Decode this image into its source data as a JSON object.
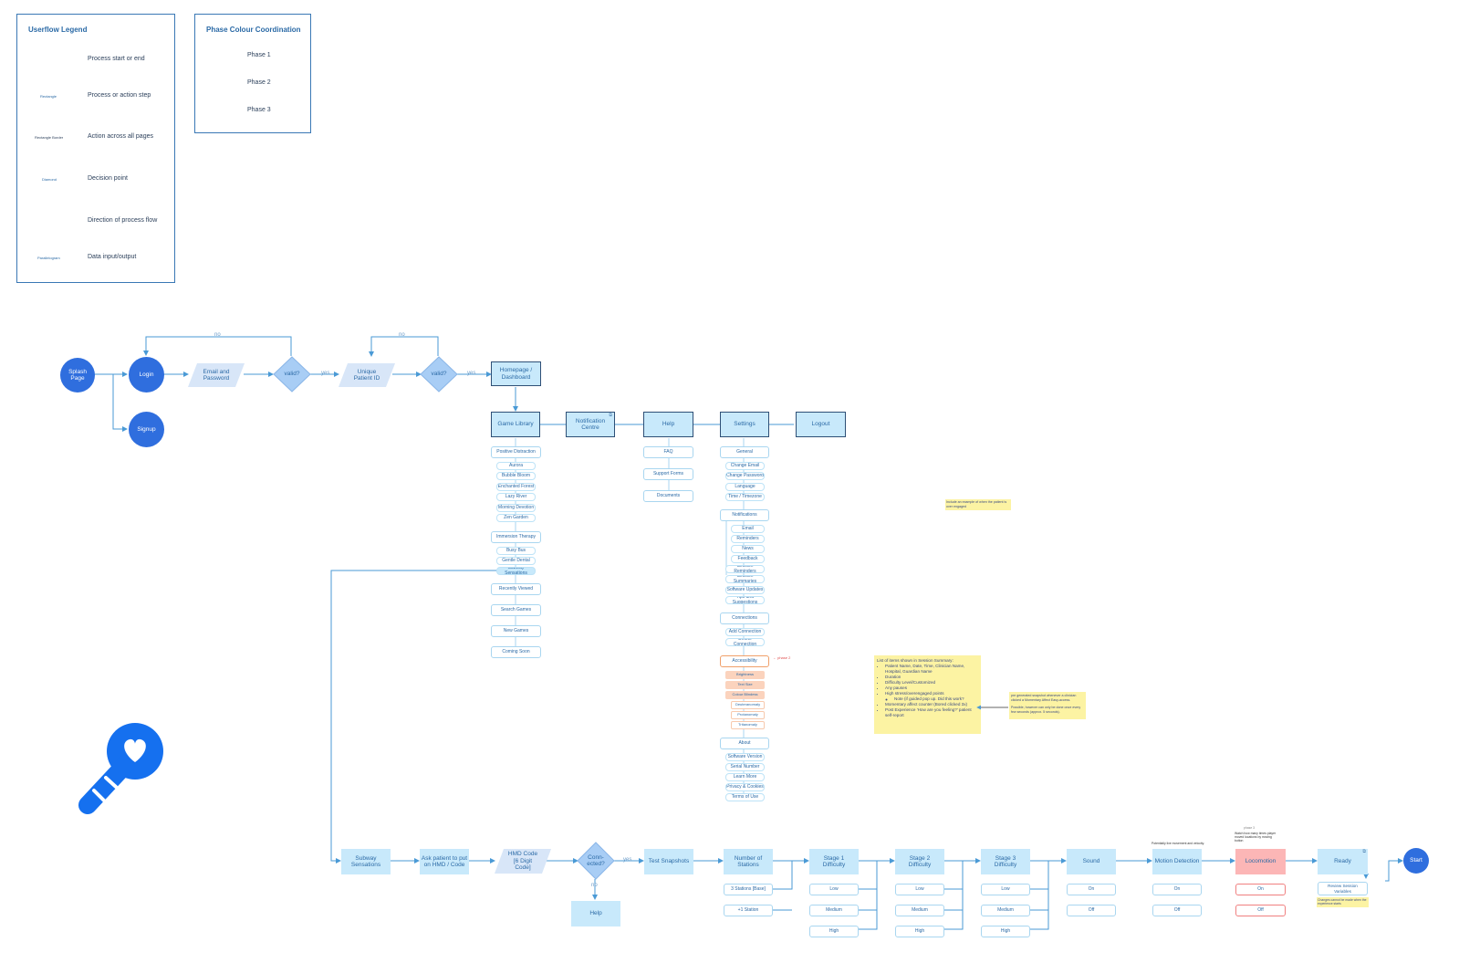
{
  "legend": {
    "title": "Userflow Legend",
    "items": [
      {
        "shape": "Circle",
        "label": "Process start or end"
      },
      {
        "shape": "Rectangle",
        "label": "Process or action step"
      },
      {
        "shape": "Rectangle Border",
        "label": "Action across all pages"
      },
      {
        "shape": "Diamond",
        "label": "Decision point"
      },
      {
        "shape": "",
        "label": "Direction of process flow"
      },
      {
        "shape": "Parallelogram",
        "label": "Data input/output"
      }
    ]
  },
  "phase_legend": {
    "title": "Phase Colour Coordination",
    "phases": [
      {
        "label": "Phase 1",
        "color": "#c6e8fb"
      },
      {
        "label": "Phase 2",
        "color": "#f8b88e"
      },
      {
        "label": "Phase 3",
        "color": "#fbb0b0"
      }
    ]
  },
  "colors": {
    "blue_line": "#4a9ad6",
    "dark_circle": "#2f6ede",
    "key_icon": "#1570ef"
  },
  "top_flow": {
    "splash": "Splash\nPage",
    "login": "Login",
    "signup": "Signup",
    "email": "Email and\nPassword",
    "valid1": "valid?",
    "patient_id": "Unique\nPatient ID",
    "valid2": "valid?",
    "dashboard": "Homepage /\nDashboard",
    "yes": "yes",
    "no": "no"
  },
  "nav": {
    "games": "Game Library",
    "notif": "Notification\nCentre",
    "help": "Help",
    "settings": "Settings",
    "logout": "Logout"
  },
  "games": {
    "positive": "Positive Distraction",
    "positive_items": [
      "Aurora",
      "Bubble Bloom",
      "Enchanted Forest",
      "Lazy River",
      "Morning Devotion",
      "Zen Garden"
    ],
    "immersion": "Immersion Therapy",
    "immersion_items": [
      "Busy Bus",
      "Gentle Dental",
      "Subway Sensations"
    ],
    "others": [
      "Recently Viewed",
      "Search Games",
      "New Games",
      "Coming Soon"
    ]
  },
  "help_items": [
    "FAQ",
    "Support Forms",
    "Documents"
  ],
  "settings": {
    "general": "General",
    "general_items": [
      "Change Email",
      "Change Password",
      "Language",
      "Time / Timezone"
    ],
    "notifications": "Notifications",
    "notif_items": [
      "Email",
      "Reminders",
      "News",
      "Feedback"
    ],
    "notif_more": [
      "Session Reminders",
      "Session Summaries",
      "Software Updates",
      "Tips and Suggestions"
    ],
    "connections": "Connections",
    "connection_items": [
      "Add Connection",
      "Delete Connection"
    ],
    "accessibility": "Accessibility",
    "acc_items": [
      "Brightness",
      "Text Size",
      "Colour Blindess"
    ],
    "acc_sub": [
      "Deuteranomaly",
      "Protanomaly",
      "Tritanomaly"
    ],
    "about": "About",
    "about_items": [
      "Software Version",
      "Serial Number",
      "Learn More",
      "Privacy & Cookies",
      "Terms of Use"
    ],
    "phase_note": "← phase 2"
  },
  "notes": {
    "engaged": "Include an example of when the patient is over engaged",
    "summary_title": "List of items shown in Session Summary:",
    "summary_items": [
      "Patient Name, Date, Time, Clinician Name, Hospital, Guardian Name",
      "Duration",
      "Difficulty Level/Customized",
      "Any pauses",
      "High stress/overengaged points"
    ],
    "summary_sub": "Note (if guided pop up. Did this work?",
    "summary_more": [
      "Momentary affect counter (Bored clicked 3x)",
      "Post Experience 'How are you feeling?' patient self-report"
    ],
    "snapshot": "pre generated snapshot whenever a clinician clicked a Momentary Affect Easy-access.",
    "snapshot2": "Possible, however can only be done once every few seconds (approx. 5 seconds).",
    "motion": "Potentially live movement and velocity.",
    "loco_top": "Watch how many times player moved locations by moving button",
    "loco_tiny": "phase 3",
    "changes": "Changes cannot be made when the experience starts"
  },
  "bottom_flow": {
    "subway": "Subway\nSensations",
    "ask": "Ask patient to put\non HMD / Code",
    "hmd": "HMD Code\n[6 Digit\nCode]",
    "connected": "Conn-\nected?",
    "help": "Help",
    "snapshots": "Test Snapshots",
    "stations": "Number of\nStations",
    "stations_opts": [
      "3 Stations [Base]",
      "+1 Station"
    ],
    "stage1": "Stage 1\nDifficulty",
    "stage2": "Stage 2\nDifficulty",
    "stage3": "Stage 3\nDifficulty",
    "levels": [
      "Low",
      "Medium",
      "High"
    ],
    "sound": "Sound",
    "motion": "Motion Detection",
    "loco": "Locomotion",
    "onoff": [
      "On",
      "Off"
    ],
    "ready": "Ready",
    "review": "Review Session\nVariables",
    "start": "Start",
    "yes": "yes",
    "no": "no"
  }
}
